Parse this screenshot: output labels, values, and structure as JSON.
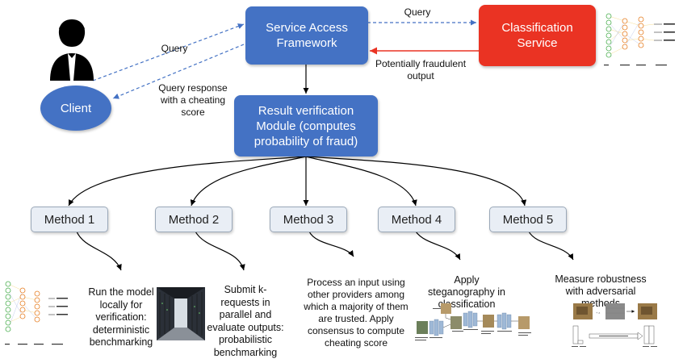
{
  "service_access": "Service Access Framework",
  "classification": "Classification Service",
  "client": "Client",
  "verification": "Result verification Module (computes probability of fraud)",
  "edges": {
    "query_top": "Query",
    "query_left": "Query",
    "response": "Query response with a cheating score",
    "fraud_output": "Potentially fraudulent output"
  },
  "methods": [
    {
      "label": "Method 1",
      "desc": "Run the model locally for verification: deterministic benchmarking"
    },
    {
      "label": "Method 2",
      "desc": "Submit k-requests in parallel and evaluate outputs: probabilistic benchmarking"
    },
    {
      "label": "Method 3",
      "desc": "Process an input using other providers among which a majority of them are trusted. Apply consensus to compute cheating score"
    },
    {
      "label": "Method 4",
      "desc": "Apply steganography in classification"
    },
    {
      "label": "Method 5",
      "desc": "Measure robustness with adversarial methods"
    }
  ],
  "colors": {
    "blue": "#4472c4",
    "red": "#ea3323",
    "method_bg": "#e9eef5"
  }
}
